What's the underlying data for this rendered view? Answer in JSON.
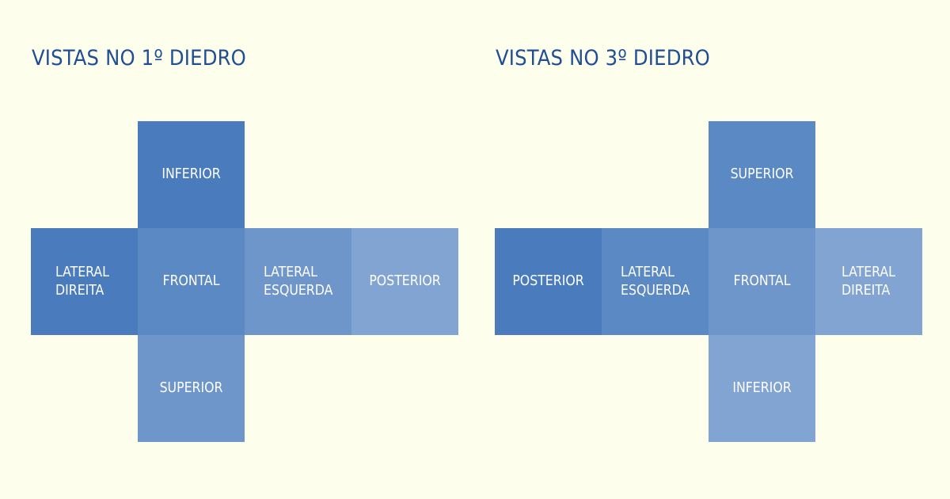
{
  "diagrams": [
    {
      "title": "VISTAS NO 1º DIEDRO",
      "faces": {
        "top": "INFERIOR",
        "left": "LATERAL\nDIREITA",
        "center": "FRONTAL",
        "right": "LATERAL\nESQUERDA",
        "far_right": "POSTERIOR",
        "bottom": "SUPERIOR"
      }
    },
    {
      "title": "VISTAS NO 3º DIEDRO",
      "faces": {
        "top": "SUPERIOR",
        "far_left": "POSTERIOR",
        "left": "LATERAL\nESQUERDA",
        "center": "FRONTAL",
        "right": "LATERAL\nDIREITA",
        "bottom": "INFERIOR"
      }
    }
  ],
  "colors": {
    "background": "#fdfeeb",
    "title": "#1f4e94",
    "face_text": "#ffffff",
    "shade_1": "#4a7cbd",
    "shade_2": "#5b89c3",
    "shade_3": "#6f96cb",
    "shade_4": "#82a4d2"
  }
}
